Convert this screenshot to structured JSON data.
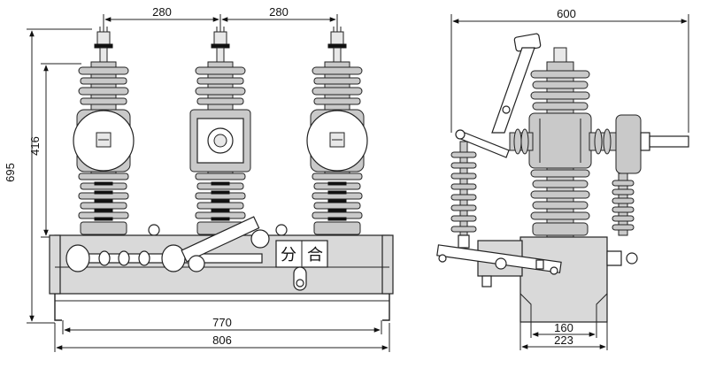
{
  "dimensions": {
    "pitch_left": "280",
    "pitch_right": "280",
    "height_upper": "416",
    "height_total": "695",
    "base_inner": "770",
    "base_outer": "806",
    "side_width": "600",
    "side_inner": "160",
    "side_outer": "223"
  },
  "labels": {
    "open": "分",
    "close": "合"
  }
}
